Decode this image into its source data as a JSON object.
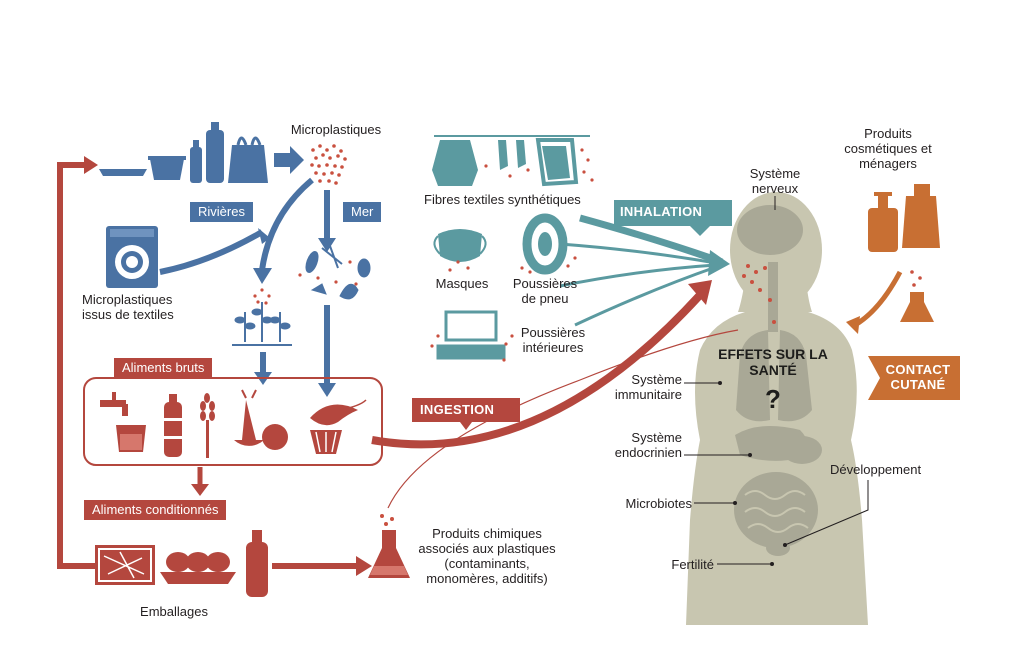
{
  "colors": {
    "blue": "#4a72a3",
    "teal": "#5b9aa0",
    "red": "#b4473e",
    "orange": "#c86f33",
    "body": "#c8c6b0",
    "organ": "#a9a896",
    "dot": "#c9503f"
  },
  "icons": {
    "packaging_row": [
      "plate-icon",
      "basket-icon",
      "bottles-icon",
      "bag-icon"
    ],
    "washing_machine": "washing-machine-icon",
    "plants": "plant-icon",
    "sea_life": "sea-life-icon",
    "food": [
      "tap-water-icon",
      "water-bottle-icon",
      "wheat-icon",
      "vegetables-icon",
      "seafood-icon"
    ],
    "packaging": [
      "tray-icon",
      "food-tray-icon",
      "bottle-icon"
    ],
    "flask": "flask-icon",
    "textiles": "laundry-icon",
    "mask": "mask-icon",
    "tire": "tire-icon",
    "furniture": "furniture-icon",
    "cosmetics": [
      "pump-bottle-icon",
      "detergent-icon",
      "flask-icon"
    ],
    "body": "human-body-icon",
    "question": "question-mark"
  },
  "labels": {
    "microplastiques": "Microplastiques",
    "rivieres": "Rivières",
    "mer": "Mer",
    "micro_textiles": "Microplastiques issus de textiles",
    "aliments_bruts": "Aliments bruts",
    "aliments_conditionnes": "Aliments conditionnés",
    "emballages": "Emballages",
    "produits_chimiques": "Produits chimiques associés aux plastiques (contaminants, monomères, additifs)",
    "fibres_textiles": "Fibres textiles synthétiques",
    "masques": "Masques",
    "poussieres_pneu": "Poussières de pneu",
    "poussieres_interieures": "Poussières intérieures",
    "inhalation": "INHALATION",
    "ingestion": "INGESTION",
    "produits_cosmetiques": "Produits cosmétiques et ménagers",
    "contact_cutane": "CONTACT CUTANÉ",
    "systeme_nerveux": "Système nerveux",
    "effets_sante": "EFFETS SUR LA SANTÉ",
    "question": "?",
    "systeme_immunitaire": "Système immunitaire",
    "systeme_endocrinien": "Système endocrinien",
    "microbiotes": "Microbiotes",
    "developpement": "Développement",
    "fertilite": "Fertilité"
  }
}
